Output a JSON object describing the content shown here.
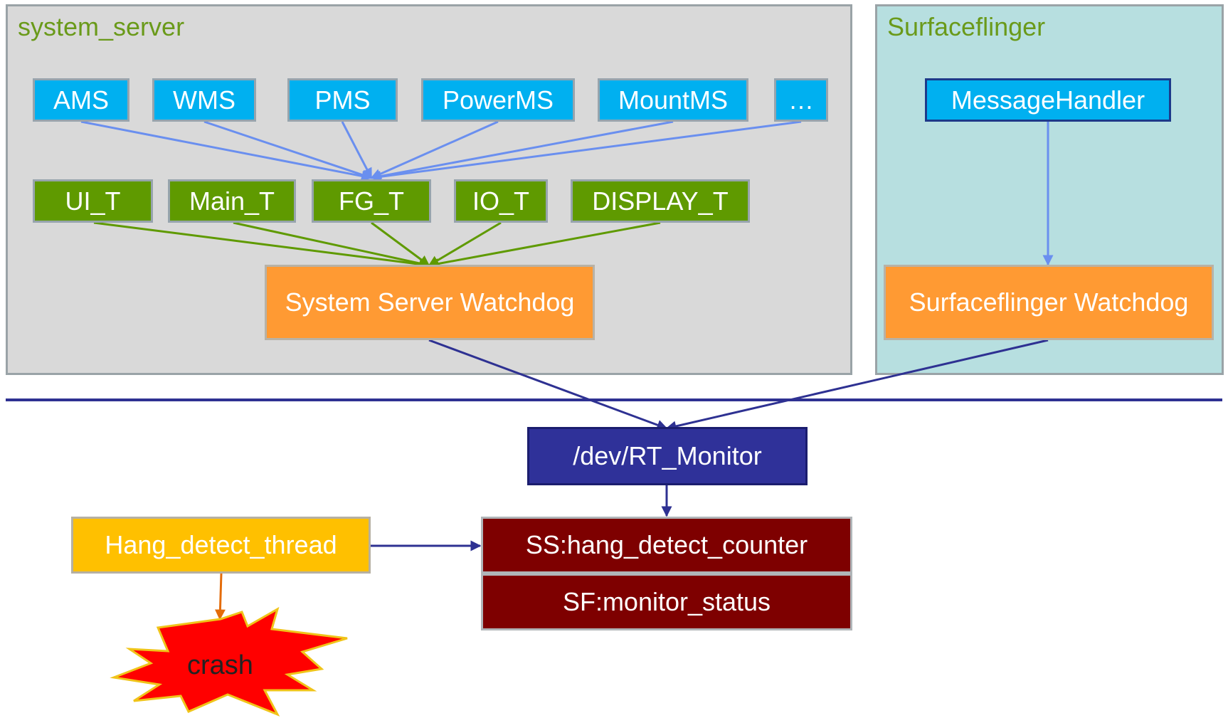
{
  "colors": {
    "region_system_server": "#d9d9d9",
    "region_surfaceflinger": "#b7dfe0",
    "service_box": "#00b0f0",
    "thread_box": "#5f9a00",
    "watchdog_box": "#ff9a33",
    "monitor_box": "#2f3199",
    "counter_box": "#7e0000",
    "hang_thread_box": "#ffc000",
    "crash_burst": "#ff0000",
    "blue_arrow": "#6a8fef",
    "green_arrow": "#5f9a00",
    "navy_arrow": "#2e3192",
    "orange_arrow": "#e46c0a"
  },
  "regions": {
    "system_server": {
      "title": "system_server"
    },
    "surfaceflinger": {
      "title": "Surfaceflinger"
    }
  },
  "services": [
    "AMS",
    "WMS",
    "PMS",
    "PowerMS",
    "MountMS",
    "…"
  ],
  "threads": [
    "UI_T",
    "Main_T",
    "FG_T",
    "IO_T",
    "DISPLAY_T"
  ],
  "system_server_watchdog": "System Server Watchdog",
  "message_handler": "MessageHandler",
  "surfaceflinger_watchdog": "Surfaceflinger Watchdog",
  "rt_monitor": "/dev/RT_Monitor",
  "hang_detect_thread": "Hang_detect_thread",
  "ss_counter": "SS:hang_detect_counter",
  "sf_status": "SF:monitor_status",
  "crash": {
    "label": "crash",
    "icon": "crash-burst-icon"
  }
}
